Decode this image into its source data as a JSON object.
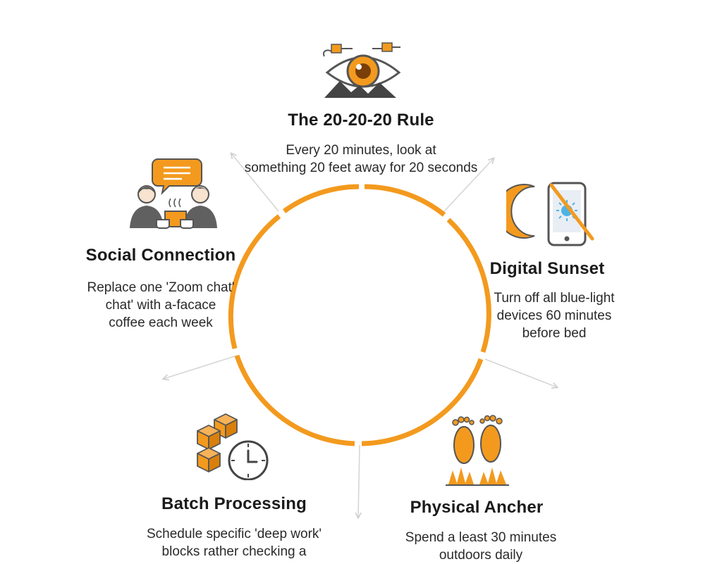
{
  "diagram": {
    "header_title": "",
    "colors": {
      "accent": "#f39a1e",
      "icon_gray": "#555555",
      "arrow": "#cfcfcf"
    },
    "nodes": [
      {
        "id": "rule",
        "icon": "eye-icon",
        "title": "The 20-20-20 Rule",
        "desc": [
          "Every 20 minutes, look at",
          "something 20 feet away for 20 seconds"
        ]
      },
      {
        "id": "sunset",
        "icon": "moon-phone-icon",
        "title": "Digital Sunset",
        "desc": [
          "Turn off all blue-light",
          "devices 60 minutes",
          "before bed"
        ]
      },
      {
        "id": "anchor",
        "icon": "footprints-icon",
        "title": "Physical Ancher",
        "desc": [
          "Spend a least 30 minutes",
          "outdoors daily"
        ]
      },
      {
        "id": "batch",
        "icon": "boxes-clock-icon",
        "title": "Batch Processing",
        "desc": [
          "Schedule specific 'deep work'",
          "blocks rather checking a"
        ]
      },
      {
        "id": "social",
        "icon": "people-coffee-icon",
        "title": "Social Connection",
        "desc": [
          "Replace one 'Zoom chat'",
          "chat'   with a-facace",
          "coffee each week"
        ]
      }
    ]
  }
}
